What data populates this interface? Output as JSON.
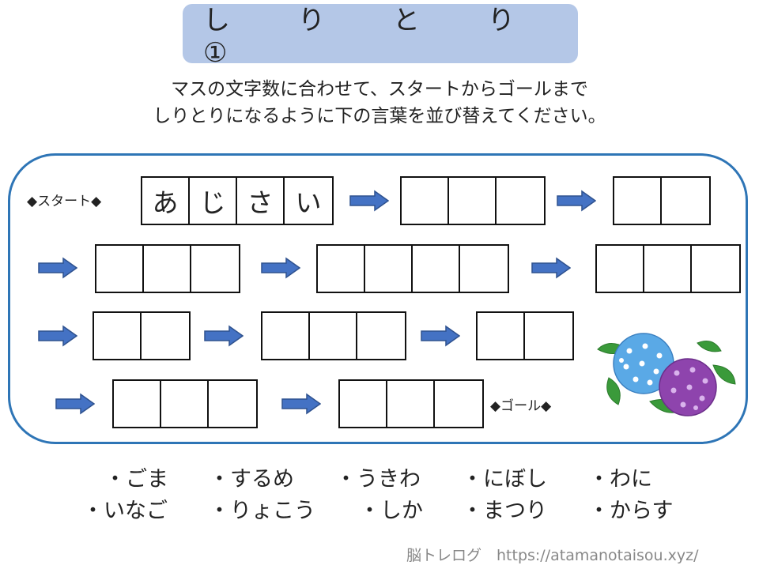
{
  "title": "し　り　と　り　①",
  "instructions": [
    "マスの文字数に合わせて、スタートからゴールまで",
    "しりとりになるように下の言葉を並び替えてください。"
  ],
  "start_label": "◆スタート◆",
  "goal_label": "◆ゴール◆",
  "first_word": [
    "あ",
    "じ",
    "さ",
    "い"
  ],
  "words": [
    [
      "・ごま",
      "・するめ",
      "・うきわ",
      "・にぼし",
      "・わに"
    ],
    [
      "・いなご",
      "・りょこう",
      "・しか",
      "・まつり",
      "・からす"
    ]
  ],
  "footer": "脳トレログ　https://atamanotaisou.xyz/",
  "colors": {
    "title_bg": "#b4c7e7",
    "border": "#2e75b6",
    "arrow_fill": "#4472c4",
    "arrow_stroke": "#2f528f"
  }
}
